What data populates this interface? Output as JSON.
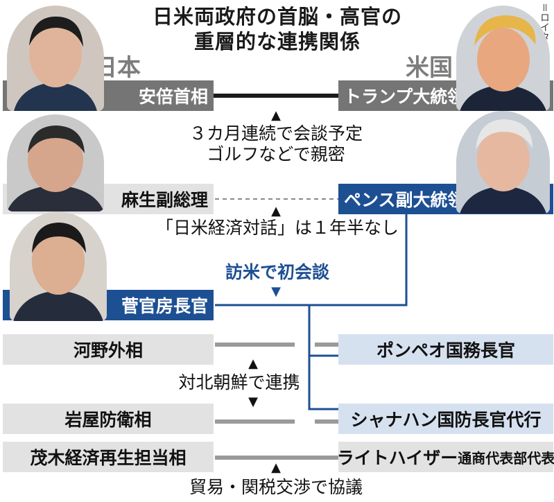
{
  "title": [
    "日米両政府の首脳・高官の",
    "重層的な連携関係"
  ],
  "credit": "＝ロイター",
  "japan_label": "日本",
  "us_label": "米国",
  "rows": {
    "abe": "安倍首相",
    "trump": "トランプ大統領",
    "aso": "麻生副総理",
    "pence": "ペンス副大統領",
    "suga": "菅官房長官",
    "kono": "河野外相",
    "pompeo": "ポンペオ国務長官",
    "iwaya": "岩屋防衛相",
    "shanahan": "シャナハン国防長官代行",
    "motegi": "茂木経済再生担当相",
    "lighthizer_main": "ライトハイザー",
    "lighthizer_sub": "通商代表部代表"
  },
  "notes": {
    "summit_1": "３カ月連続で会談予定",
    "summit_2": "ゴルフなどで親密",
    "dialogue": "「日米経済対話」は１年半なし",
    "visit": "訪米で初会談",
    "korea": "対北朝鮮で連携",
    "trade": "貿易・関税交渉で協議"
  },
  "colors": {
    "dark_gray": "#757575",
    "light_gray": "#e2e2e2",
    "blue": "#1d4f93",
    "light_blue": "#d6e1f0"
  }
}
